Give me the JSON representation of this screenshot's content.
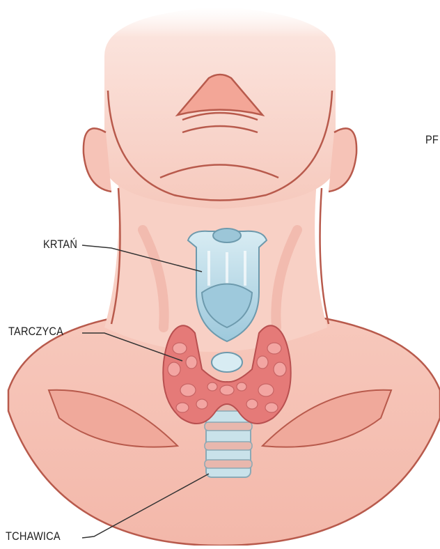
{
  "labels": {
    "larynx": "KRTAŃ",
    "thyroid": "TARCZYCA",
    "trachea": "TCHAWICA",
    "clipped": "PF"
  },
  "colors": {
    "skin_light": "#fbe3dc",
    "skin": "#f6c7bb",
    "skin_shadow": "#f0a99b",
    "outline": "#b85a4c",
    "larynx_blue": "#b8d9e6",
    "larynx_dark": "#8fbfd3",
    "thyroid_red": "#e57a78",
    "thyroid_light": "#f3a5a2",
    "trachea_ring": "#c9e2ea"
  }
}
